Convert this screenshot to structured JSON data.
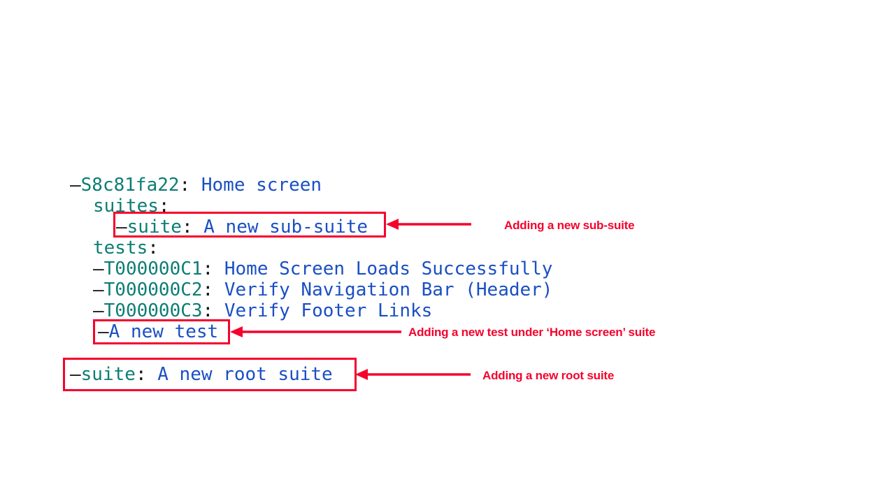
{
  "document": {
    "type": "yaml-test-tree",
    "background_color": "#ffffff"
  },
  "colors": {
    "key": "#0d7d74",
    "value": "#1a4fc4",
    "punctuation": "#111111",
    "annotation": "#f5022d",
    "highlight_border": "#f5022d"
  },
  "code": {
    "lines": [
      {
        "id": "root-suite-entry",
        "dash": "–",
        "key": "S8c81fa22",
        "colon": ":",
        "value": "Home screen"
      },
      {
        "id": "suites-key",
        "key": "suites",
        "colon": ":"
      },
      {
        "id": "new-sub-suite",
        "dash": "–",
        "key": "suite",
        "colon": ":",
        "value": "A new sub-suite"
      },
      {
        "id": "tests-key",
        "key": "tests",
        "colon": ":"
      },
      {
        "id": "test-c1",
        "dash": "–",
        "key": "T000000C1",
        "colon": ":",
        "value": "Home Screen Loads Successfully"
      },
      {
        "id": "test-c2",
        "dash": "–",
        "key": "T000000C2",
        "colon": ":",
        "value": "Verify Navigation Bar (Header)"
      },
      {
        "id": "test-c3",
        "dash": "–",
        "key": "T000000C3",
        "colon": ":",
        "value": "Verify Footer Links"
      },
      {
        "id": "new-test",
        "dash": "–",
        "value": "A new test"
      },
      {
        "id": "new-root-suite",
        "dash": "–",
        "key": "suite",
        "colon": ":",
        "value": "A new root suite"
      }
    ]
  },
  "annotations": [
    {
      "id": "annot-sub-suite",
      "text": "Adding a new sub-suite",
      "targets": "new-sub-suite"
    },
    {
      "id": "annot-new-test",
      "text": "Adding a new test under ‘Home screen’ suite",
      "targets": "new-test"
    },
    {
      "id": "annot-new-root-suite",
      "text": "Adding a new root suite",
      "targets": "new-root-suite"
    }
  ]
}
